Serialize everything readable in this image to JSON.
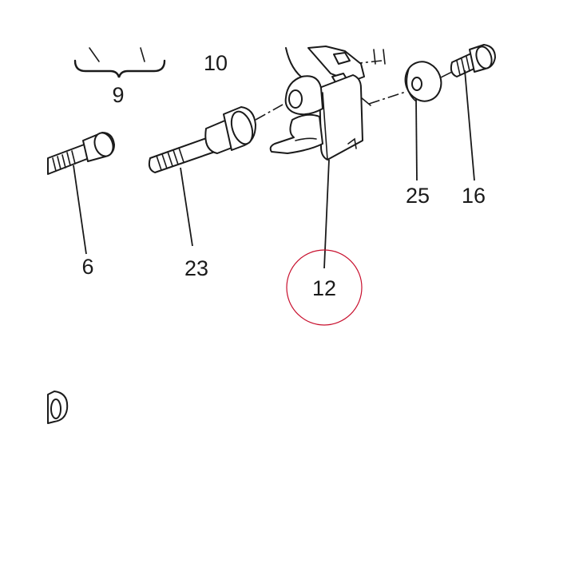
{
  "diagram": {
    "callouts": {
      "c9": "9",
      "c10": "10",
      "c6": "6",
      "c23": "23",
      "c12": "12",
      "c25": "25",
      "c16": "16"
    },
    "highlight_color": "#c8102e",
    "line_color": "#1a1a1a"
  }
}
